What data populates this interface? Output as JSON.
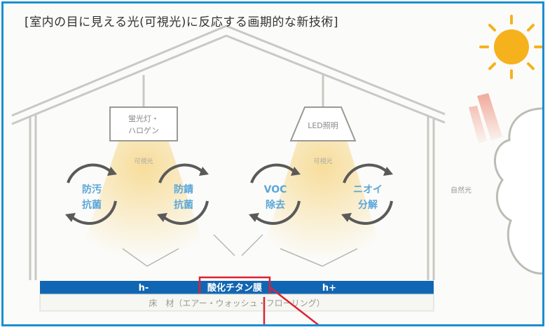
{
  "heading": "[室内の目に見える光(可視光)に反応する画期的な新技術]",
  "lamps": {
    "left": {
      "line1": "蛍光灯・",
      "line2": "ハロゲン"
    },
    "right": {
      "label": "LED照明"
    }
  },
  "light_label": "可視光",
  "sunlight_label": "自然光",
  "circles": [
    {
      "line1": "防汚",
      "line2": "抗菌"
    },
    {
      "line1": "防錆",
      "line2": "抗菌"
    },
    {
      "line1": "VOC",
      "line2": "除去"
    },
    {
      "line1": "ニオイ",
      "line2": "分解"
    }
  ],
  "film": {
    "left_label": "h-",
    "center_label": "酸化チタン膜",
    "right_label": "h+"
  },
  "material_label": "床　材（エアー・ウォッシュ・フローリング）",
  "colors": {
    "accent": "#1a8fd0",
    "film": "#1166b3",
    "highlight": "#dd2233",
    "light": "#f7d88a",
    "sun": "#f5b21d"
  }
}
